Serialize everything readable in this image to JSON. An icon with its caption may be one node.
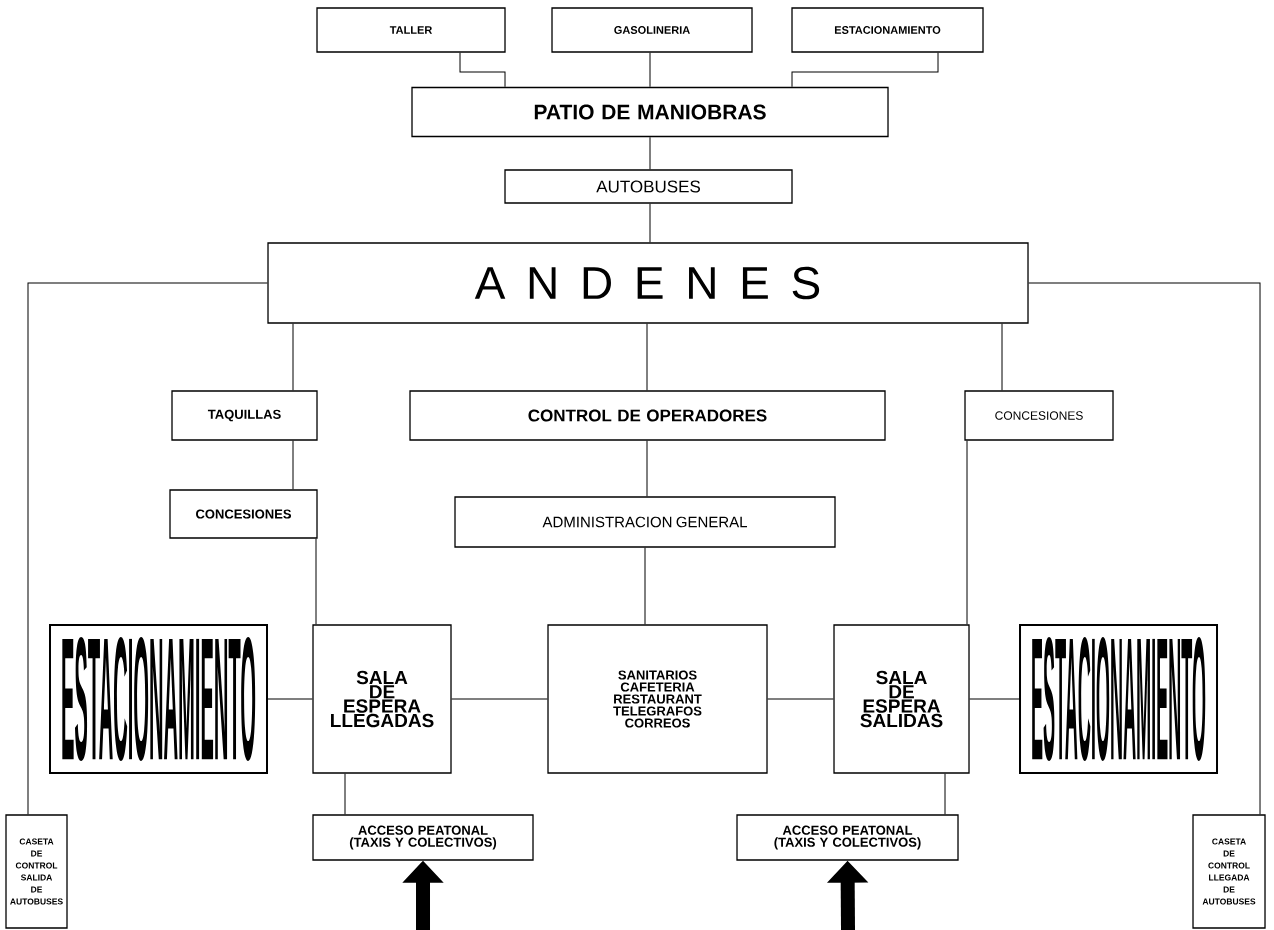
{
  "diagram": {
    "nodes": [
      {
        "text": [
          "TALLER"
        ]
      },
      {
        "text": [
          "GASOLINERIA"
        ]
      },
      {
        "text": [
          "ESTACIONAMIENTO"
        ]
      },
      {
        "text": [
          "PATIO DE MANIOBRAS"
        ]
      },
      {
        "text": [
          "AUTOBUSES"
        ]
      },
      {
        "text": [
          "A N D E N E S"
        ]
      },
      {
        "text": [
          "TAQUILLAS"
        ]
      },
      {
        "text": [
          "CONTROL DE OPERADORES"
        ]
      },
      {
        "text": [
          "CONCESIONES"
        ]
      },
      {
        "text": [
          "CONCESIONES"
        ]
      },
      {
        "text": [
          "ADMINISTRACION GENERAL"
        ]
      },
      {
        "text": [
          "ESTACIONAMIENTO"
        ]
      },
      {
        "text": [
          "SALA DE ESPERA LLEGADAS"
        ]
      },
      {
        "text": [
          "SANITARIOS CAFETERIA RESTAURANT TELEGRAFOS CORREOS"
        ]
      },
      {
        "text": [
          "SALA DE ESPERA SALIDAS"
        ]
      },
      {
        "text": [
          "ESTACIONAMIENTO"
        ]
      },
      {
        "text": [
          "CASETA DE CONTROL SALIDA DE AUTOBUSES"
        ]
      },
      {
        "text": [
          "ACCESO PEATONAL (TAXIS Y COLECTIVOS)"
        ]
      },
      {
        "text": [
          "ACCESO PEATONAL (TAXIS Y COLECTIVOS)"
        ]
      },
      {
        "text": [
          "CASETA DE CONTROL LLEGADA DE AUTOBUSES"
        ]
      }
    ],
    "edges": [
      {
        "from": 0,
        "to": 3,
        "arrow": "none"
      },
      {
        "from": 1,
        "to": 3,
        "arrow": "none"
      },
      {
        "from": 2,
        "to": 3,
        "arrow": "none"
      },
      {
        "from": 3,
        "to": 4,
        "arrow": "none"
      },
      {
        "from": 4,
        "to": 5,
        "arrow": "none"
      },
      {
        "from": 5,
        "to": 6,
        "arrow": "none"
      },
      {
        "from": 6,
        "to": 9,
        "arrow": "none"
      },
      {
        "from": 9,
        "to": 12,
        "arrow": "none"
      },
      {
        "from": 5,
        "to": 7,
        "arrow": "none"
      },
      {
        "from": 7,
        "to": 10,
        "arrow": "none"
      },
      {
        "from": 10,
        "to": 13,
        "arrow": "none"
      },
      {
        "from": 5,
        "to": 8,
        "arrow": "none"
      },
      {
        "from": 8,
        "to": 14,
        "arrow": "none"
      },
      {
        "from": 5,
        "to": 16,
        "arrow": "none"
      },
      {
        "from": 5,
        "to": 19,
        "arrow": "none"
      },
      {
        "from": 11,
        "to": 12,
        "arrow": "none"
      },
      {
        "from": 12,
        "to": 13,
        "arrow": "none"
      },
      {
        "from": 13,
        "to": 14,
        "arrow": "none"
      },
      {
        "from": 14,
        "to": 15,
        "arrow": "none"
      },
      {
        "from": 12,
        "to": 17,
        "arrow": "none"
      },
      {
        "from": 14,
        "to": 18,
        "arrow": "none"
      },
      {
        "from": null,
        "to": 17,
        "arrow": "to",
        "style": "thick"
      },
      {
        "from": null,
        "to": 18,
        "arrow": "to",
        "style": "thick"
      }
    ]
  }
}
